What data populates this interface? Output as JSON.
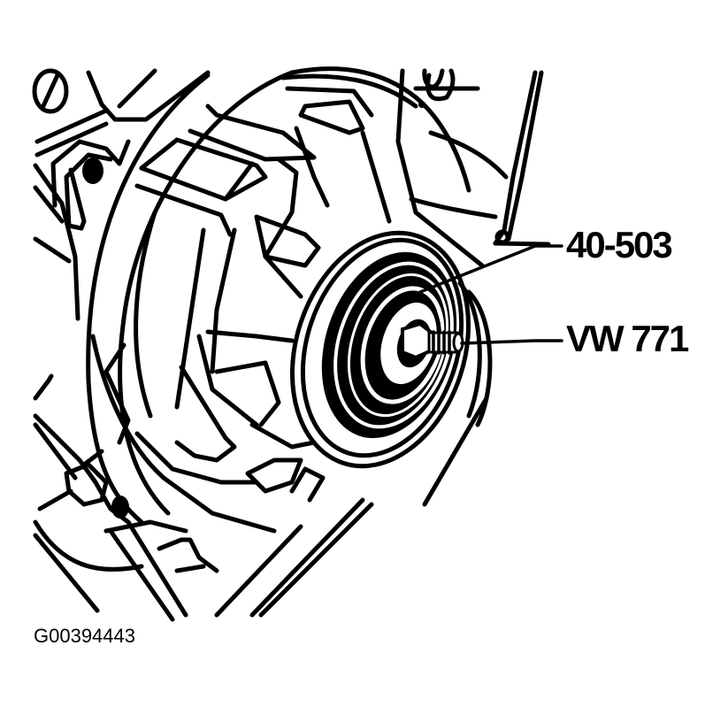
{
  "figure": {
    "description": "Transmission housing with seal installer tool and threaded spindle",
    "callouts": [
      {
        "id": "40-503",
        "label": "40-503",
        "points_to": "seal installer tool"
      },
      {
        "id": "VW 771",
        "label": "VW 771",
        "points_to": "threaded spindle"
      }
    ],
    "figure_id": "G00394443"
  },
  "colors": {
    "ink": "#000000",
    "background": "#ffffff"
  }
}
